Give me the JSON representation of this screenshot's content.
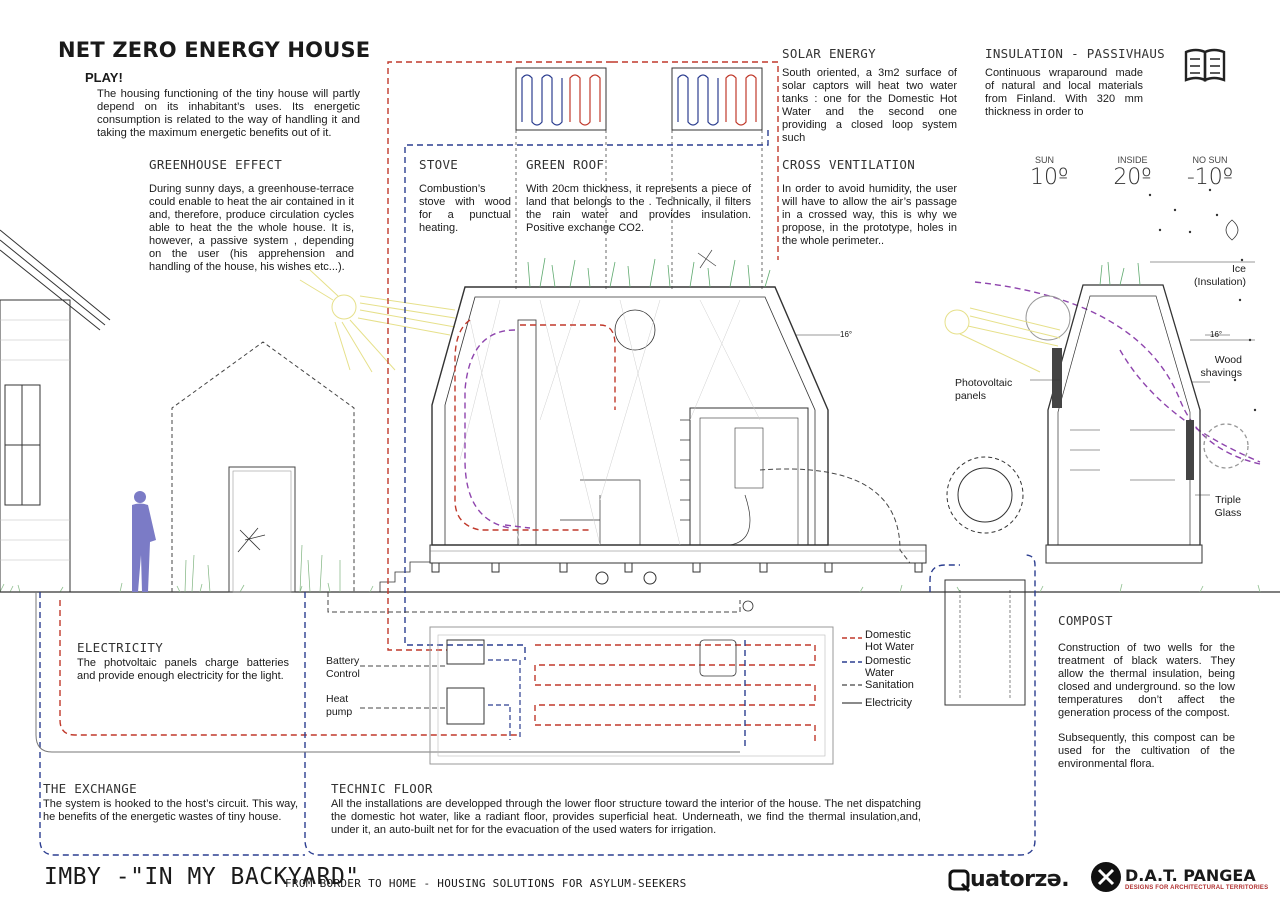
{
  "title": "NET ZERO ENERGY HOUSE",
  "play": {
    "heading": "PLAY!",
    "text": "The housing functioning of the tiny house will partly depend on its inhabitant’s uses. Its energetic consumption is related to the way of handling it and taking the maximum energetic benefits out of it."
  },
  "sections": {
    "greenhouse": {
      "heading": "GREENHOUSE EFFECT",
      "text": "During sunny days, a greenhouse-terrace could enable to heat the air contained in it and, therefore, produce circulation cycles able to heat the the whole house. It is, however, a passive system , depending on the user (his apprehension and handling of the house, his wishes etc...)."
    },
    "stove": {
      "heading": "STOVE",
      "text": "Combustion’s stove with wood for a punctual heating."
    },
    "green_roof": {
      "heading": "GREEN ROOF",
      "text": "With 20cm thickness, it represents a piece of land that belongs to the . Technically, il filters the rain water and provides insulation. Positive exchange CO2."
    },
    "solar": {
      "heading": "SOLAR ENERGY",
      "text": "South oriented, a 3m2 surface of solar captors will heat two water tanks : one for the Domestic Hot Water and the second one providing a closed loop system such"
    },
    "insulation": {
      "heading": "INSULATION - PASSIVHAUS",
      "text": "Continuous wraparound made of natural and local materials from Finland. With 320 mm thickness in order to"
    },
    "cross": {
      "heading": "CROSS VENTILATION",
      "text": "In order to avoid humidity, the user will have to allow the air’s passage in a crossed way, this is why we propose, in the prototype, holes in the whole perimeter.."
    },
    "electricity": {
      "heading": "ELECTRICITY",
      "text": "The photvoltaic panels charge batteries and provide enough electricity for the light."
    },
    "compost": {
      "heading": "COMPOST",
      "text": "Construction of two wells for the treatment of black waters. They allow the thermal insulation, being closed and underground. so the low temperatures don’t affect the generation process of the compost.",
      "text2": "Subsequently, this compost can be used for the cultivation of the environmental flora."
    },
    "exchange": {
      "heading": "THE EXCHANGE",
      "text": "The system is hooked to the host’s circuit. This way, he benefits of the energetic wastes of tiny house."
    },
    "technic": {
      "heading": "TECHNIC FLOOR",
      "text": "All the installations are developped through the lower floor structure toward the interior of the house. The net dispatching the domestic hot water, like a radiant floor, provides superficial heat. Underneath, we find the thermal insulation,and, under it, an auto-built net for for the evacuation of the used waters for irrigation."
    }
  },
  "temps": [
    {
      "label": "SUN",
      "value": "10º"
    },
    {
      "label": "INSIDE",
      "value": "20º"
    },
    {
      "label": "NO SUN",
      "value": "-10º"
    }
  ],
  "labels": {
    "ice": "Ice\n(Insulation)",
    "wood": "Wood\nshavings",
    "pv": "Photovoltaic\npanels",
    "triple": "Triple\nGlass",
    "angle1": "16°",
    "angle2": "16°",
    "battery": "Battery\nControl",
    "heat": "Heat\npump"
  },
  "legend": [
    {
      "label": "Domestic\nHot Water",
      "color": "#c0392b",
      "style": "dashed"
    },
    {
      "label": "Domestic\nWater",
      "color": "#2c3e90",
      "style": "dashed"
    },
    {
      "label": "Sanitation",
      "color": "#444444",
      "style": "dashed"
    },
    {
      "label": "Electricity",
      "color": "#444444",
      "style": "solid"
    }
  ],
  "footer": {
    "project": "IMBY -\"IN MY BACKYARD\"",
    "subtitle": "FROM BORDER TO HOME - HOUSING SOLUTIONS FOR ASYLUM-SEEKERS",
    "logo1": "uatorzə.",
    "logo2": "D.A.T. PANGEA",
    "logo2_sub": "DESIGNS FOR ARCHITECTURAL TERRITORIES"
  }
}
